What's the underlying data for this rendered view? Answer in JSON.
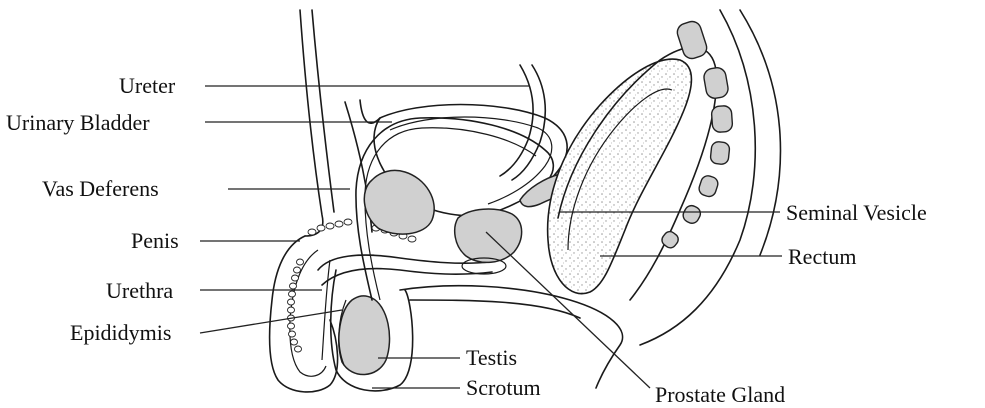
{
  "labels": {
    "ureter": "Ureter",
    "urinary_bladder": "Urinary Bladder",
    "vas_deferens": "Vas Deferens",
    "penis": "Penis",
    "urethra": "Urethra",
    "epididymis": "Epididymis",
    "testis": "Testis",
    "scrotum": "Scrotum",
    "seminal_vesicle": "Seminal Vesicle",
    "rectum": "Rectum",
    "prostate_gland": "Prostate Gland"
  },
  "colors": {
    "organ_fill": "#d0d0d0",
    "line": "#1a1a1a",
    "stipple": "#9a9a9a",
    "background": "#ffffff"
  }
}
